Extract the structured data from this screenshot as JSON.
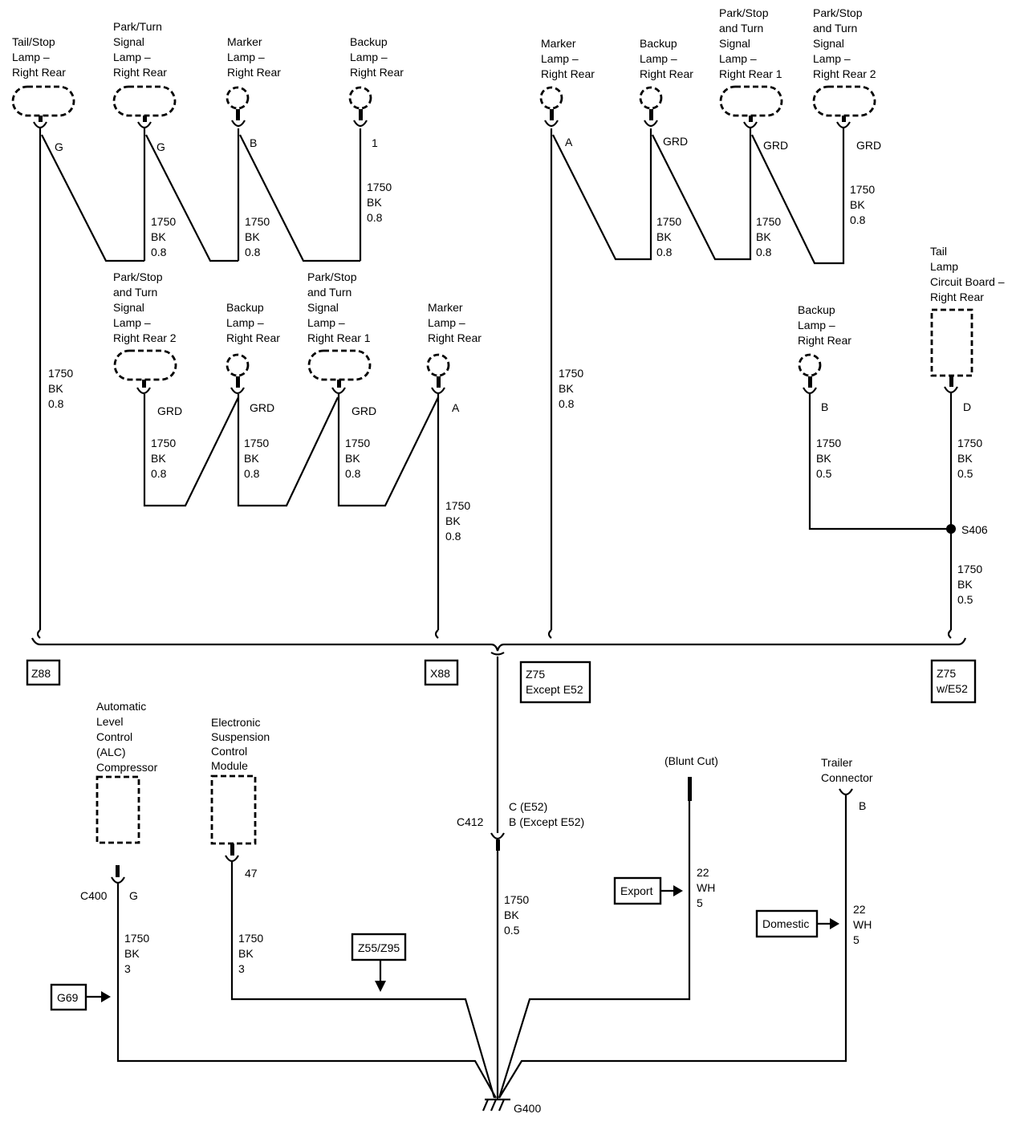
{
  "components": {
    "tail_stop_rr": [
      "Tail/Stop",
      "Lamp –",
      "Right Rear"
    ],
    "park_turn_rr": [
      "Park/Turn",
      "Signal",
      "Lamp –",
      "Right Rear"
    ],
    "marker_rr_a": [
      "Marker",
      "Lamp –",
      "Right Rear"
    ],
    "backup_rr_a": [
      "Backup",
      "Lamp –",
      "Right Rear"
    ],
    "pst_rr2_a": [
      "Park/Stop",
      "and Turn",
      "Signal",
      "Lamp –",
      "Right Rear 2"
    ],
    "backup_rr_b": [
      "Backup",
      "Lamp –",
      "Right Rear"
    ],
    "pst_rr1_a": [
      "Park/Stop",
      "and Turn",
      "Signal",
      "Lamp –",
      "Right Rear 1"
    ],
    "marker_rr_b": [
      "Marker",
      "Lamp –",
      "Right Rear"
    ],
    "marker_rr_c": [
      "Marker",
      "Lamp –",
      "Right Rear"
    ],
    "backup_rr_c": [
      "Backup",
      "Lamp –",
      "Right Rear"
    ],
    "pst_rr1_b": [
      "Park/Stop",
      "and Turn",
      "Signal",
      "Lamp –",
      "Right Rear 1"
    ],
    "pst_rr2_b": [
      "Park/Stop",
      "and Turn",
      "Signal",
      "Lamp –",
      "Right Rear 2"
    ],
    "tail_board": [
      "Tail",
      "Lamp",
      "Circuit Board –",
      "Right Rear"
    ],
    "backup_rr_d": [
      "Backup",
      "Lamp –",
      "Right Rear"
    ],
    "alc": [
      "Automatic",
      "Level",
      "Control",
      "(ALC)",
      "Compressor"
    ],
    "escm": [
      "Electronic",
      "Suspension",
      "Control",
      "Module"
    ],
    "blunt_cut": [
      "(Blunt Cut)"
    ],
    "trailer": [
      "Trailer",
      "Connector"
    ]
  },
  "pins": {
    "tail_stop": "G",
    "park_turn": "G",
    "marker_a": "B",
    "backup_a": "1",
    "pst_rr2_a": "GRD",
    "backup_b": "GRD",
    "pst_rr1_a": "GRD",
    "marker_b": "A",
    "marker_c": "A",
    "backup_c": "GRD",
    "pst_rr1_b": "GRD",
    "pst_rr2_b": "GRD",
    "backup_d": "B",
    "tail_board": "D",
    "alc": "G",
    "escm": "47",
    "trailer": "B"
  },
  "wires": {
    "w_backup_a": [
      "1750",
      "BK",
      "0.8"
    ],
    "w_park_turn": [
      "1750",
      "BK",
      "0.8"
    ],
    "w_marker_a": [
      "1750",
      "BK",
      "0.8"
    ],
    "w_left_main": [
      "1750",
      "BK",
      "0.8"
    ],
    "w_rr2_a": [
      "1750",
      "BK",
      "0.8"
    ],
    "w_backup_b": [
      "1750",
      "BK",
      "0.8"
    ],
    "w_rr1_a": [
      "1750",
      "BK",
      "0.8"
    ],
    "w_marker_b": [
      "1750",
      "BK",
      "0.8"
    ],
    "w_marker_c": [
      "1750",
      "BK",
      "0.8"
    ],
    "w_backup_c": [
      "1750",
      "BK",
      "0.8"
    ],
    "w_rr1_b": [
      "1750",
      "BK",
      "0.8"
    ],
    "w_rr2_b": [
      "1750",
      "BK",
      "0.8"
    ],
    "w_backup_d": [
      "1750",
      "BK",
      "0.5"
    ],
    "w_tail_board": [
      "1750",
      "BK",
      "0.5"
    ],
    "w_s406_down": [
      "1750",
      "BK",
      "0.5"
    ],
    "w_c412": [
      "1750",
      "BK",
      "0.5"
    ],
    "w_alc": [
      "1750",
      "BK",
      "3"
    ],
    "w_escm": [
      "1750",
      "BK",
      "3"
    ],
    "w_blunt": [
      "22",
      "WH",
      "5"
    ],
    "w_trailer": [
      "22",
      "WH",
      "5"
    ]
  },
  "options": {
    "z88": "Z88",
    "x88": "X88",
    "z75_except": [
      "Z75",
      "Except E52"
    ],
    "z75_with": [
      "Z75",
      "w/E52"
    ]
  },
  "refs": {
    "g69": "G69",
    "z55": "Z55/Z95",
    "export": "Export",
    "domestic": "Domestic"
  },
  "connectors": {
    "c412": "C412",
    "c412_pins": [
      "C (E52)",
      "B (Except E52)"
    ],
    "c400": "C400",
    "s406": "S406",
    "g400": "G400"
  }
}
